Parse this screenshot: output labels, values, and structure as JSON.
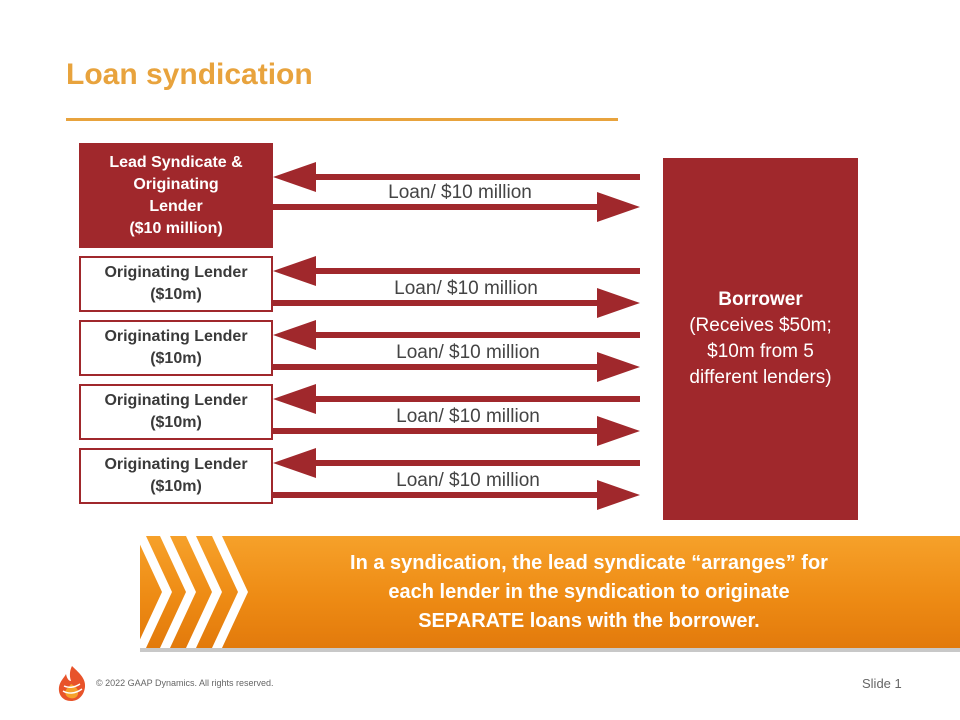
{
  "title": "Loan syndication",
  "lead_lender": "Lead Syndicate &\nOriginating\nLender\n($10 million)",
  "originating_lenders": [
    "Originating Lender\n($10m)",
    "Originating Lender\n($10m)",
    "Originating Lender\n($10m)",
    "Originating Lender\n($10m)"
  ],
  "loan_labels": [
    "Loan/ $10 million",
    "Loan/ $10 million",
    "Loan/ $10 million",
    "Loan/ $10 million",
    "Loan/ $10 million"
  ],
  "borrower": {
    "title": "Borrower",
    "description": "(Receives $50m;\n$10m from 5\ndifferent lenders)"
  },
  "banner": "In a syndication, the lead syndicate “arranges” for\neach lender in the syndication to originate\nSEPARATE loans with the borrower.",
  "footer": {
    "copyright": "© 2022 GAAP Dynamics. All rights reserved.",
    "slide": "Slide 1"
  },
  "colors": {
    "accent_orange": "#E8A33D",
    "dark_red": "#A0282C",
    "banner_orange": "#EE8B14"
  },
  "icons": {
    "logo": "gaap-dynamics-flame-logo",
    "arrow_left": "left-arrow",
    "arrow_right": "right-arrow",
    "chevron": "chevron-right"
  }
}
